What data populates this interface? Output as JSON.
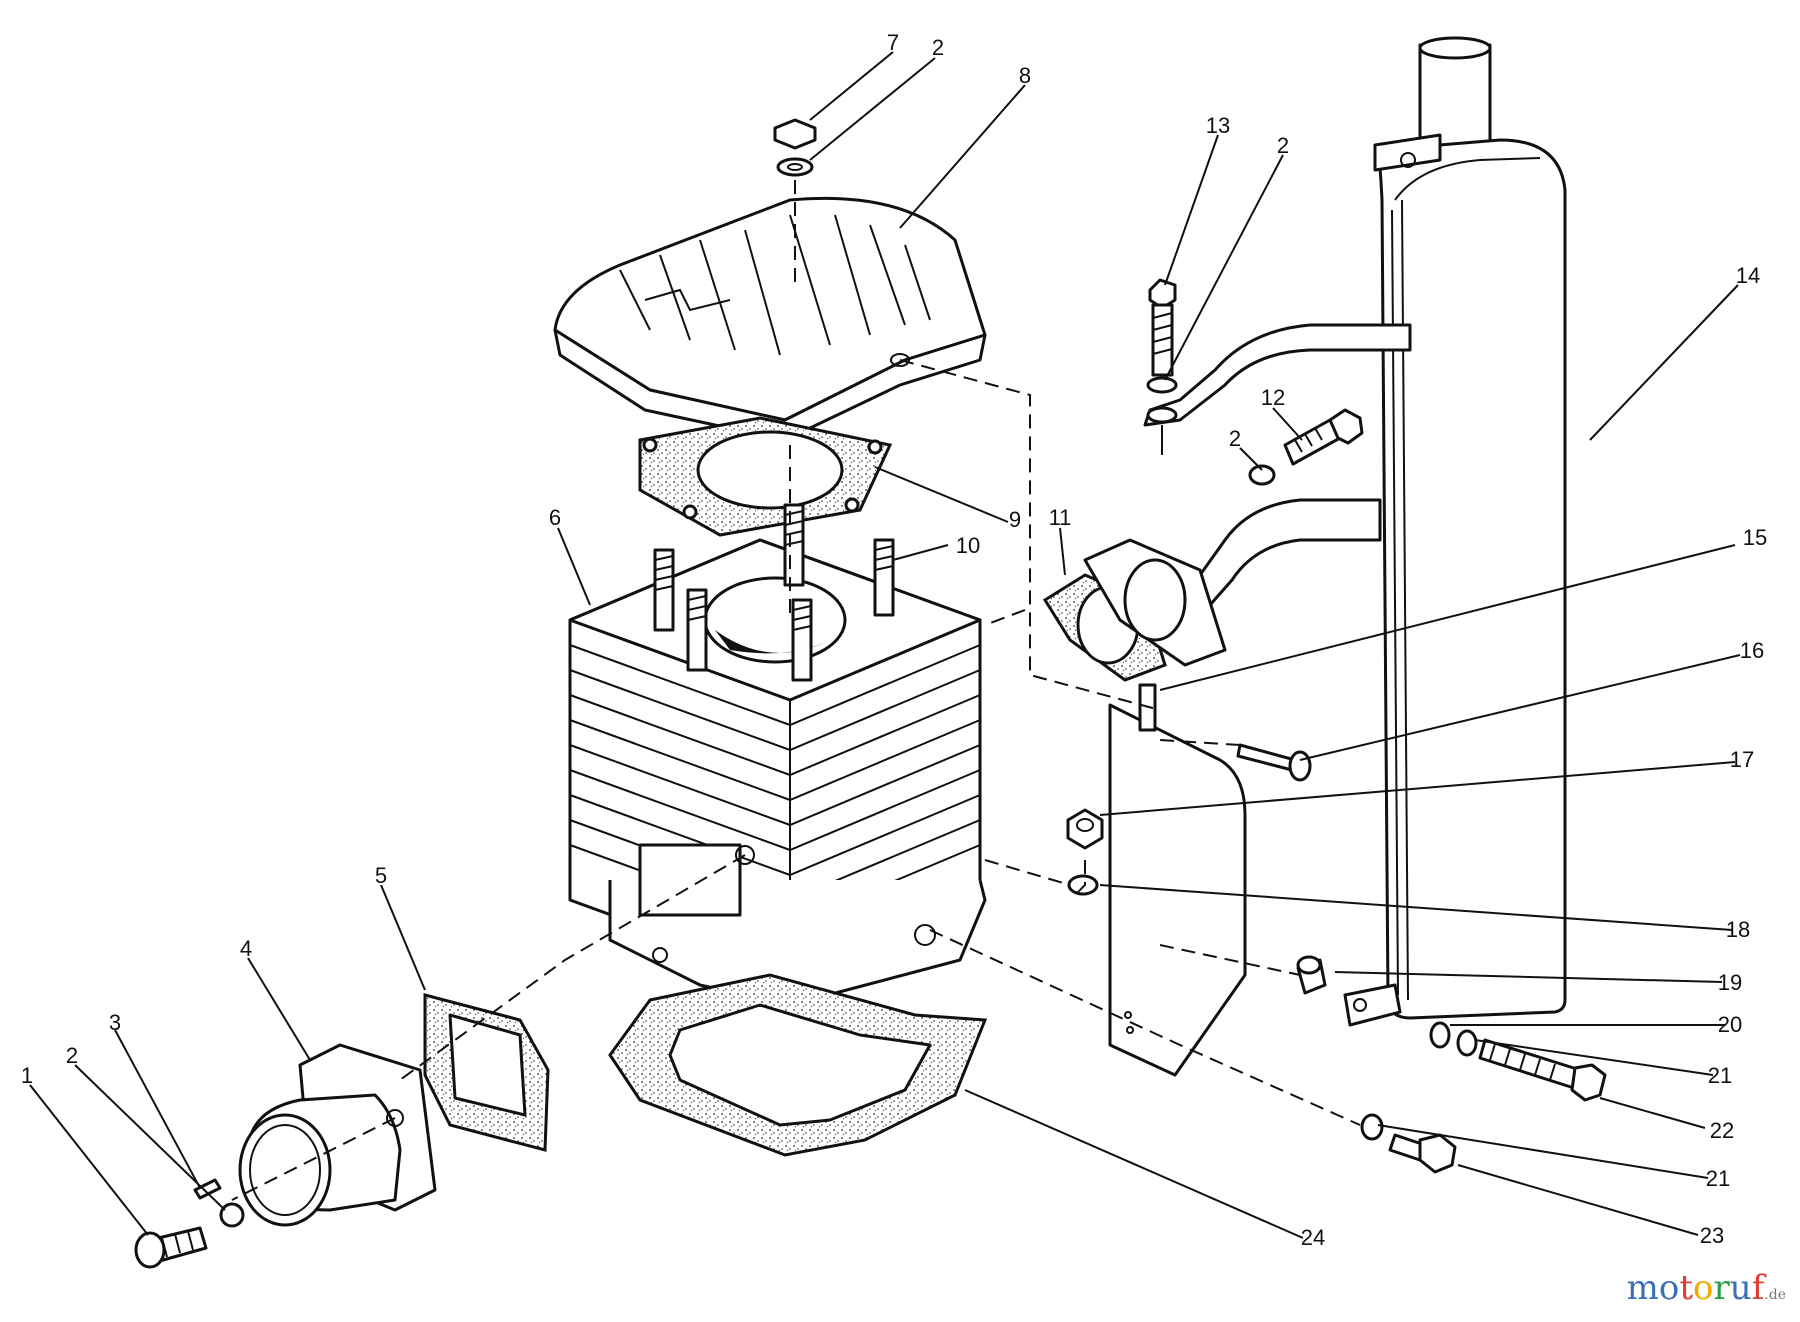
{
  "diagram": {
    "part_numbers": [
      "1",
      "2",
      "3",
      "4",
      "5",
      "6",
      "7",
      "8",
      "9",
      "10",
      "11",
      "12",
      "13",
      "14",
      "15",
      "16",
      "17",
      "18",
      "19",
      "20",
      "21",
      "22",
      "23",
      "24"
    ],
    "callouts": [
      {
        "id": "c7",
        "label": "7"
      },
      {
        "id": "c2a",
        "label": "2"
      },
      {
        "id": "c8",
        "label": "8"
      },
      {
        "id": "c13",
        "label": "13"
      },
      {
        "id": "c2b",
        "label": "2"
      },
      {
        "id": "c14",
        "label": "14"
      },
      {
        "id": "c12",
        "label": "12"
      },
      {
        "id": "c2c",
        "label": "2"
      },
      {
        "id": "c9",
        "label": "9"
      },
      {
        "id": "c11",
        "label": "11"
      },
      {
        "id": "c6",
        "label": "6"
      },
      {
        "id": "c10",
        "label": "10"
      },
      {
        "id": "c15",
        "label": "15"
      },
      {
        "id": "c16",
        "label": "16"
      },
      {
        "id": "c17",
        "label": "17"
      },
      {
        "id": "c5",
        "label": "5"
      },
      {
        "id": "c18",
        "label": "18"
      },
      {
        "id": "c4",
        "label": "4"
      },
      {
        "id": "c19",
        "label": "19"
      },
      {
        "id": "c20",
        "label": "20"
      },
      {
        "id": "c3",
        "label": "3"
      },
      {
        "id": "c21a",
        "label": "21"
      },
      {
        "id": "c2d",
        "label": "2"
      },
      {
        "id": "c1",
        "label": "1"
      },
      {
        "id": "c22",
        "label": "22"
      },
      {
        "id": "c21b",
        "label": "21"
      },
      {
        "id": "c23",
        "label": "23"
      },
      {
        "id": "c24",
        "label": "24"
      }
    ]
  },
  "watermark": {
    "letters": [
      {
        "ch": "m",
        "color": "#3b6fb6"
      },
      {
        "ch": "o",
        "color": "#3b6fb6"
      },
      {
        "ch": "t",
        "color": "#e03c31"
      },
      {
        "ch": "o",
        "color": "#f2a900"
      },
      {
        "ch": "r",
        "color": "#2e9e44"
      },
      {
        "ch": "u",
        "color": "#3b6fb6"
      },
      {
        "ch": "f",
        "color": "#e03c31"
      }
    ],
    "suffix": ".de"
  }
}
